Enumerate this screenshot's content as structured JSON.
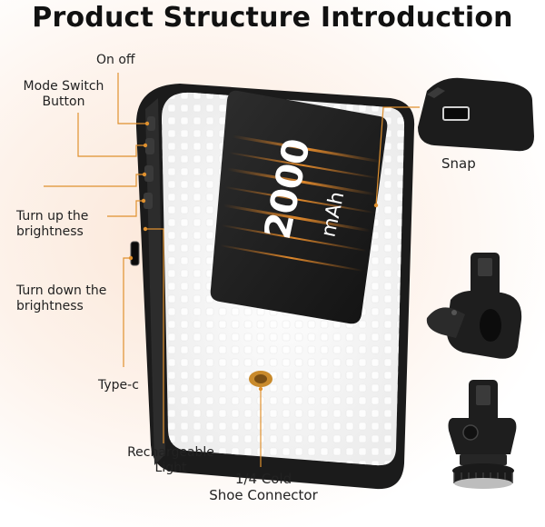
{
  "title": "Product Structure Introduction",
  "labels": {
    "on_off": "On off",
    "mode_switch_line1": "Mode Switch",
    "mode_switch_line2": "Button",
    "turn_up_line1": "Turn up the",
    "turn_up_line2": "brightness",
    "turn_down_line1": "Turn down the",
    "turn_down_line2": "brightness",
    "type_c": "Type-c",
    "rechargeable_line1": "Rechargeable",
    "rechargeable_line2": "Light",
    "cold_shoe_line1": "1/4 Cold",
    "cold_shoe_line2": "Shoe Connector",
    "snap": "Snap"
  },
  "battery": {
    "capacity": "2000",
    "unit": "mAh"
  },
  "colors": {
    "callout_line": "#e0912f",
    "light_body": "#1e1e1e",
    "panel": "#f7f7f7",
    "battery": "#252525",
    "accent": "#f08a25"
  }
}
